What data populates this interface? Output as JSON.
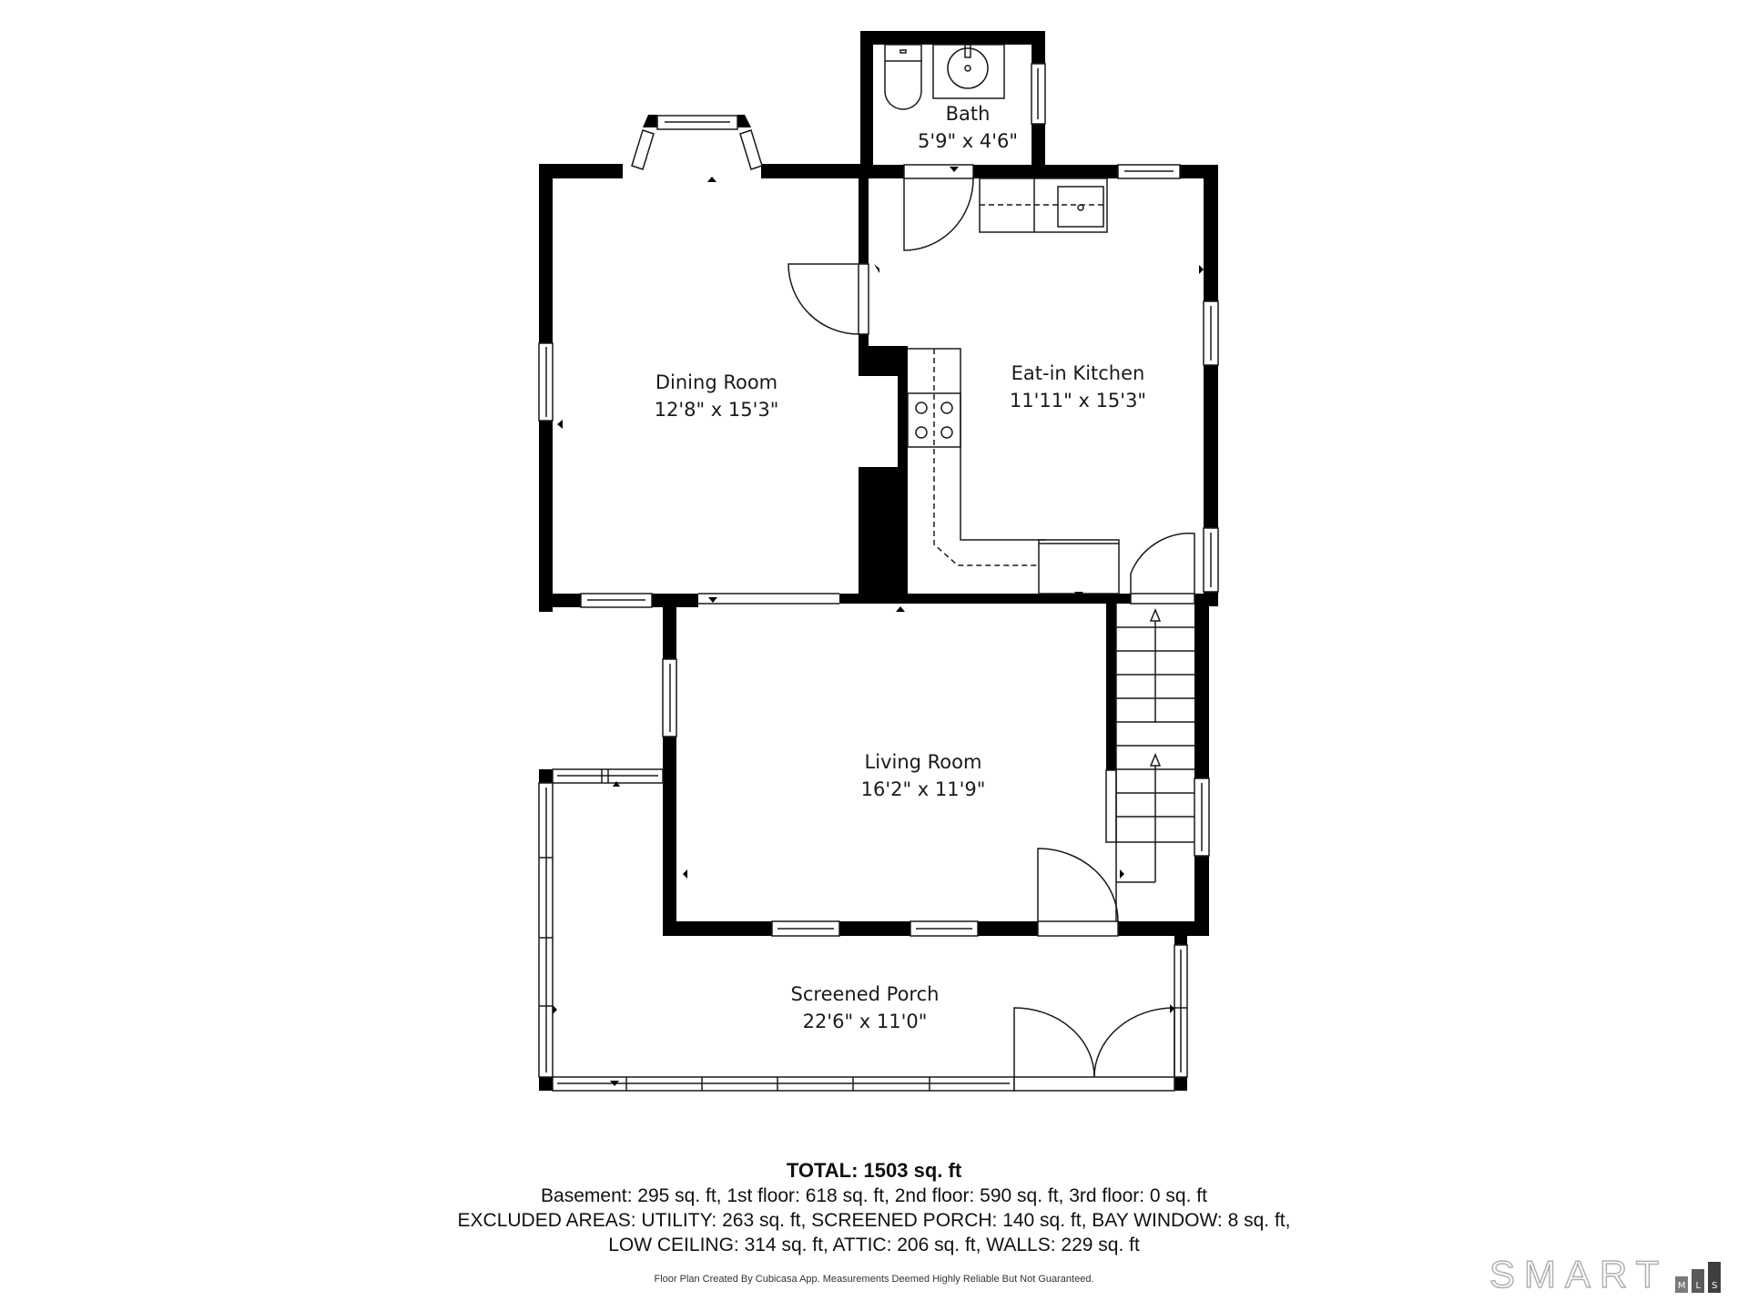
{
  "rooms": {
    "bath": {
      "name": "Bath",
      "dims": "5'9\" x 4'6\""
    },
    "dining": {
      "name": "Dining Room",
      "dims": "12'8\" x 15'3\""
    },
    "kitchen": {
      "name": "Eat-in Kitchen",
      "dims": "11'11\" x 15'3\""
    },
    "living": {
      "name": "Living Room",
      "dims": "16'2\" x 11'9\""
    },
    "porch": {
      "name": "Screened Porch",
      "dims": "22'6\" x 11'0\""
    }
  },
  "summary": {
    "total": "TOTAL: 1503 sq. ft",
    "floors": "Basement: 295 sq. ft, 1st floor: 618 sq. ft, 2nd floor: 590 sq. ft, 3rd floor: 0 sq. ft",
    "excluded_1": "EXCLUDED AREAS: UTILITY: 263 sq. ft, SCREENED PORCH: 140 sq. ft, BAY WINDOW: 8 sq. ft,",
    "excluded_2": "LOW CEILING: 314 sq. ft, ATTIC: 206 sq. ft, WALLS: 229 sq. ft",
    "disclaimer": "Floor Plan Created By Cubicasa App. Measurements Deemed Highly Reliable But Not Guaranteed."
  },
  "logo": {
    "word": "SMART",
    "bars": [
      "M",
      "L",
      "S"
    ],
    "bar_colors": [
      "#7a7a7a",
      "#5a5a5a",
      "#3f3f3f"
    ]
  },
  "colors": {
    "wall": "#000000",
    "line": "#1a1a1a",
    "background": "#ffffff"
  }
}
